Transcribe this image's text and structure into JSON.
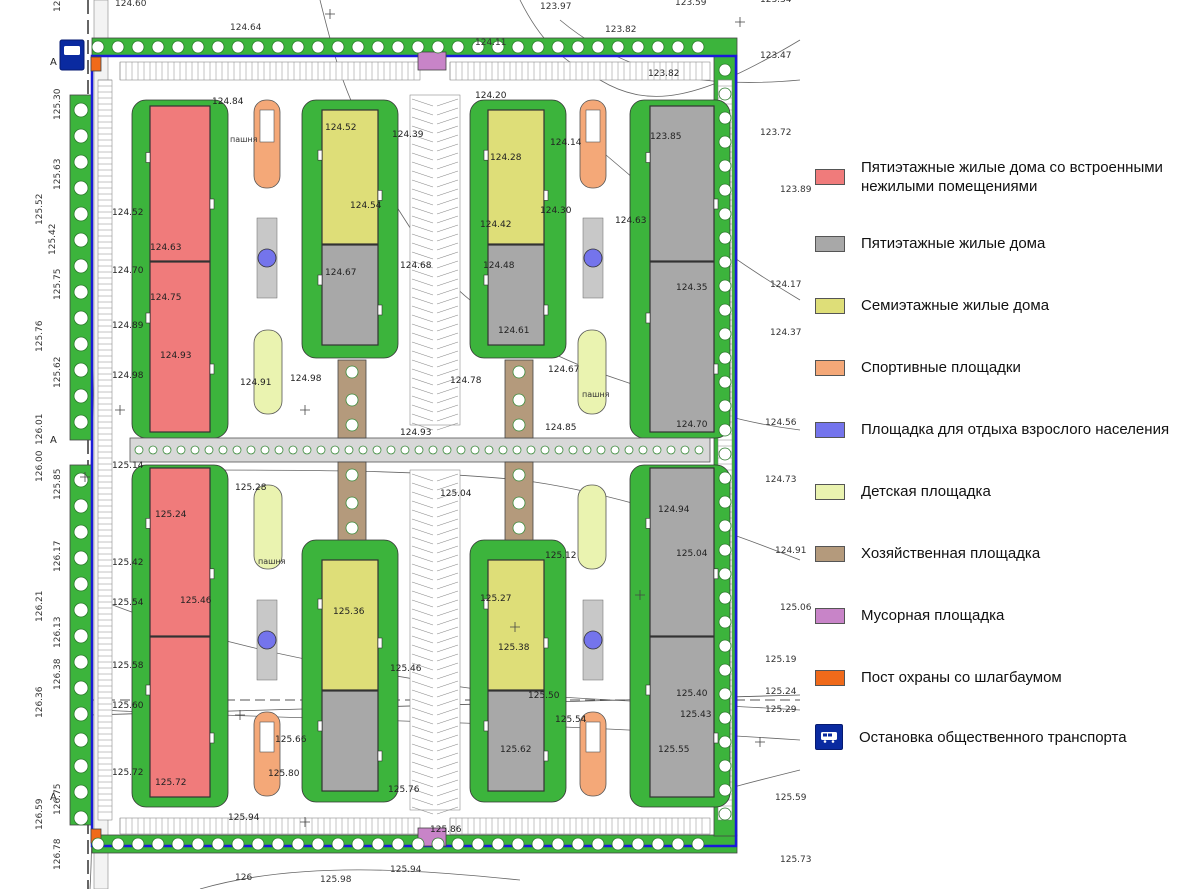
{
  "colors": {
    "residential_with_commercial": "#f07b7b",
    "residential_5": "#a8a8a8",
    "residential_7": "#dede78",
    "sports": "#f4a878",
    "adult_rest": "#7474ec",
    "playground": "#eaf3b0",
    "utility": "#b49a7c",
    "garbage": "#c884c8",
    "guard_post": "#f06a1a",
    "bus_stop": "#0a2aa0",
    "greenery": "#3cb43c",
    "boundary": "#1a1ad8"
  },
  "legend": [
    {
      "key": "residential_with_commercial",
      "label": "Пятиэтажные жилые дома со встроенными\nнежилыми помещениями"
    },
    {
      "key": "residential_5",
      "label": "Пятиэтажные жилые дома"
    },
    {
      "key": "residential_7",
      "label": "Семиэтажные жилые дома"
    },
    {
      "key": "sports",
      "label": "Спортивные площадки"
    },
    {
      "key": "adult_rest",
      "label": "Площадка для отдыха взрослого населения"
    },
    {
      "key": "playground",
      "label": "Детская площадка"
    },
    {
      "key": "utility",
      "label": "Хозяйственная площадка"
    },
    {
      "key": "garbage",
      "label": "Мусорная площадка"
    },
    {
      "key": "guard_post",
      "label": "Пост охраны со шлагбаумом"
    },
    {
      "key": "bus_stop",
      "label": "Остановка общественного транспорта",
      "icon": "bus-icon"
    }
  ],
  "map": {
    "elevations_outside": [
      "124.60",
      "123.97",
      "123.59",
      "123.34",
      "123.82",
      "123.47",
      "124.64",
      "124.11",
      "125.46",
      "125.30",
      "125.63",
      "125.52",
      "125.42",
      "125.75",
      "125.76",
      "125.62",
      "126.01",
      "126.00",
      "125.85",
      "126.17",
      "126.21",
      "126.13",
      "126.38",
      "126.36",
      "126.59",
      "126.75",
      "126.78",
      "123.72",
      "123.89",
      "124.17",
      "124.37",
      "124.56",
      "124.73",
      "124.91",
      "125.06",
      "125.19",
      "125.24",
      "125.29",
      "125.59",
      "125.73",
      "125.98",
      "125.94",
      "126"
    ],
    "elevations_inside": [
      "124.84",
      "124.52",
      "124.70",
      "124.89",
      "124.98",
      "125.14",
      "125.42",
      "125.54",
      "125.58",
      "125.60",
      "125.72",
      "124.63",
      "124.75",
      "124.93",
      "125.24",
      "125.46",
      "125.72",
      "124.20",
      "124.28",
      "124.42",
      "124.48",
      "124.61",
      "124.52",
      "124.54",
      "124.67",
      "124.39",
      "124.68",
      "124.78",
      "124.91",
      "124.93",
      "125.04",
      "125.36",
      "125.27",
      "125.38",
      "125.46",
      "125.50",
      "125.54",
      "125.62",
      "125.76",
      "125.94",
      "125.86",
      "124.85",
      "124.67",
      "125.12",
      "123.85",
      "124.35",
      "124.70",
      "124.94",
      "125.04",
      "125.40",
      "125.43",
      "125.55",
      "123.82",
      "124.14",
      "124.30",
      "124.63",
      "124.98",
      "125.28",
      "125.80",
      "125.66"
    ],
    "section_labels": [
      "А",
      "А",
      "А"
    ],
    "sports_label": "пашня"
  }
}
